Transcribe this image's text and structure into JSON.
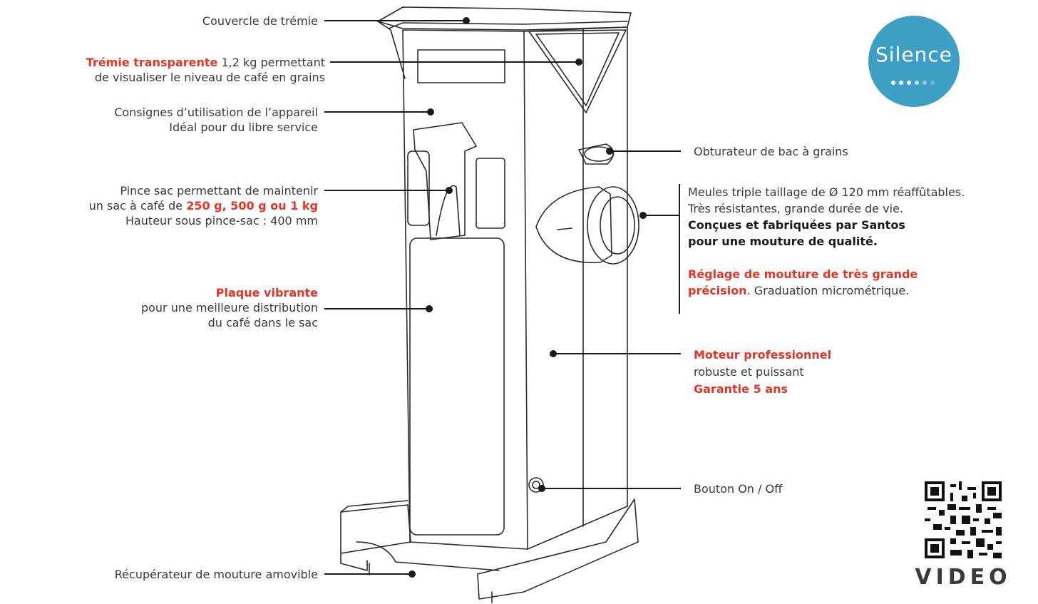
{
  "labels": {
    "hopper_lid": "Couvercle de trémie",
    "hopper": {
      "title": "Trémie transparente",
      "text1": " 1,2 kg permettant",
      "text2": "de visualiser le niveau de café en grains"
    },
    "instructions": {
      "line1": "Consignes d’utilisation de l’appareil",
      "line2": "Idéal pour du libre service"
    },
    "bag_clamp": {
      "line1": "Pince sac permettant de maintenir",
      "line2_pre": "un sac à café de ",
      "line2_bold": "250 g, 500 g ou 1 kg",
      "line3": "Hauteur sous pince-sac : 400 mm"
    },
    "vibrating_plate": {
      "title": "Plaque vibrante",
      "line1": "pour une meilleure distribution",
      "line2": "du café dans le sac"
    },
    "tray": "Récupérateur de mouture amovible",
    "shutter": "Obturateur de bac à grains",
    "burrs": {
      "line1": "Meules triple taillage de Ø 120 mm réaffûtables.",
      "line2": "Très résistantes, grande durée de vie.",
      "bold1": "Conçues et fabriquées par Santos",
      "bold2": "pour une mouture de qualité.",
      "red1": "Réglage de mouture de très grande",
      "red2": "précision",
      "tail": ". Graduation micrométrique."
    },
    "motor": {
      "title": "Moteur professionnel",
      "line1": "robuste et puissant",
      "warranty": "Garantie 5 ans"
    },
    "switch": "Bouton On / Off"
  },
  "logo": {
    "text": "Silence"
  },
  "qr": {
    "label": "VIDEO"
  },
  "colors": {
    "accent": "#e63425",
    "logo": "#3e9fc4",
    "text": "#3a3a3a"
  }
}
